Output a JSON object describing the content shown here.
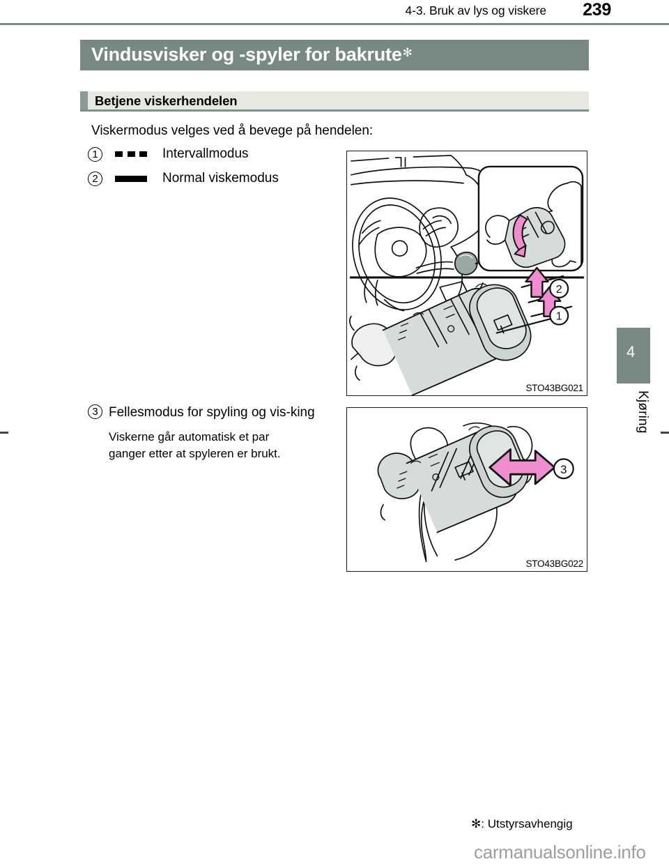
{
  "header": {
    "section_ref": "4-3. Bruk av lys og viskere",
    "page_number": "239"
  },
  "title": {
    "text": "Vindusvisker og -spyler for bakrute",
    "asterisk": "✻"
  },
  "section": {
    "heading": "Betjene viskerhendelen"
  },
  "content": {
    "intro": "Viskermodus velges ved å bevege på hendelen:",
    "modes": [
      {
        "number": "1",
        "symbol": "dashed-line-icon",
        "label": "Intervallmodus"
      },
      {
        "number": "2",
        "symbol": "solid-line-icon",
        "label": "Normal viskemodus"
      }
    ],
    "item3": {
      "number": "3",
      "title": "Fellesmodus for spyling og vis-king",
      "body_justified": "Viskerne går automatisk et par",
      "body_last": "ganger etter at spyleren er brukt."
    }
  },
  "figures": [
    {
      "name": "wiper-stalk-overview",
      "caption": "STO43BG021",
      "callouts": [
        "2",
        "1"
      ]
    },
    {
      "name": "wiper-stalk-push-away",
      "caption": "STO43BG022",
      "callouts": [
        "3"
      ]
    }
  ],
  "chapter_tab": {
    "number": "4",
    "label": "Kjøring"
  },
  "footer": {
    "footnote": "✻: Utstyrsavhengig",
    "watermark": "carmanualsonline.info"
  },
  "colors": {
    "accent_gray": "#778885",
    "rule_gray": "#7c8d8a",
    "section_bg": "#e5e9e0",
    "arrow_pink": "#f08cd0",
    "stalk_fill": "#d5dcd9"
  }
}
